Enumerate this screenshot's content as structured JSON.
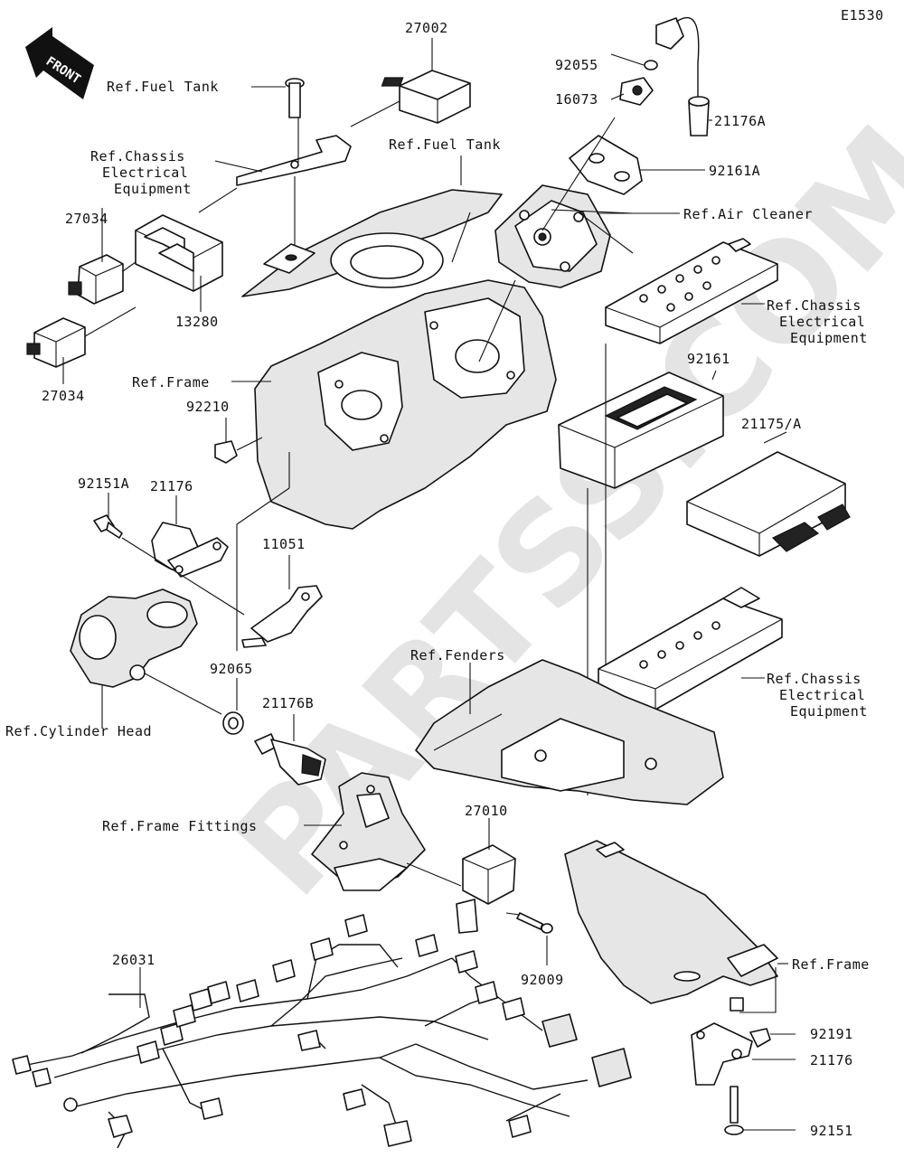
{
  "diagram_code": "E1530",
  "front_arrow": "FRONT",
  "watermark": "PARTSS.COM",
  "labels": {
    "p27002": "27002",
    "refFuelTank1": "Ref.Fuel Tank",
    "refChassis1_l1": "Ref.Chassis",
    "refChassis1_l2": "Electrical",
    "refChassis1_l3": "Equipment",
    "refFuelTank2": "Ref.Fuel Tank",
    "p92055": "92055",
    "p16073": "16073",
    "p21176A": "21176A",
    "p92161A": "92161A",
    "refAirCleaner": "Ref.Air Cleaner",
    "p27034a": "27034",
    "p13280": "13280",
    "p27034b": "27034",
    "refChassis2_l1": "Ref.Chassis",
    "refChassis2_l2": "Electrical",
    "refChassis2_l3": "Equipment",
    "refFrame1": "Ref.Frame",
    "p92210": "92210",
    "p92161": "92161",
    "p21175A": "21175/A",
    "p92151A": "92151A",
    "p21176": "21176",
    "p11051": "11051",
    "p92065": "92065",
    "refFenders": "Ref.Fenders",
    "p21176B": "21176B",
    "refChassis3_l1": "Ref.Chassis",
    "refChassis3_l2": "Electrical",
    "refChassis3_l3": "Equipment",
    "refCylHead": "Ref.Cylinder Head",
    "refFrameFittings": "Ref.Frame Fittings",
    "p27010": "27010",
    "p26031": "26031",
    "p92009": "92009",
    "refFrame2": "Ref.Frame",
    "p92191": "92191",
    "p21176b2": "21176",
    "p92151": "92151"
  }
}
